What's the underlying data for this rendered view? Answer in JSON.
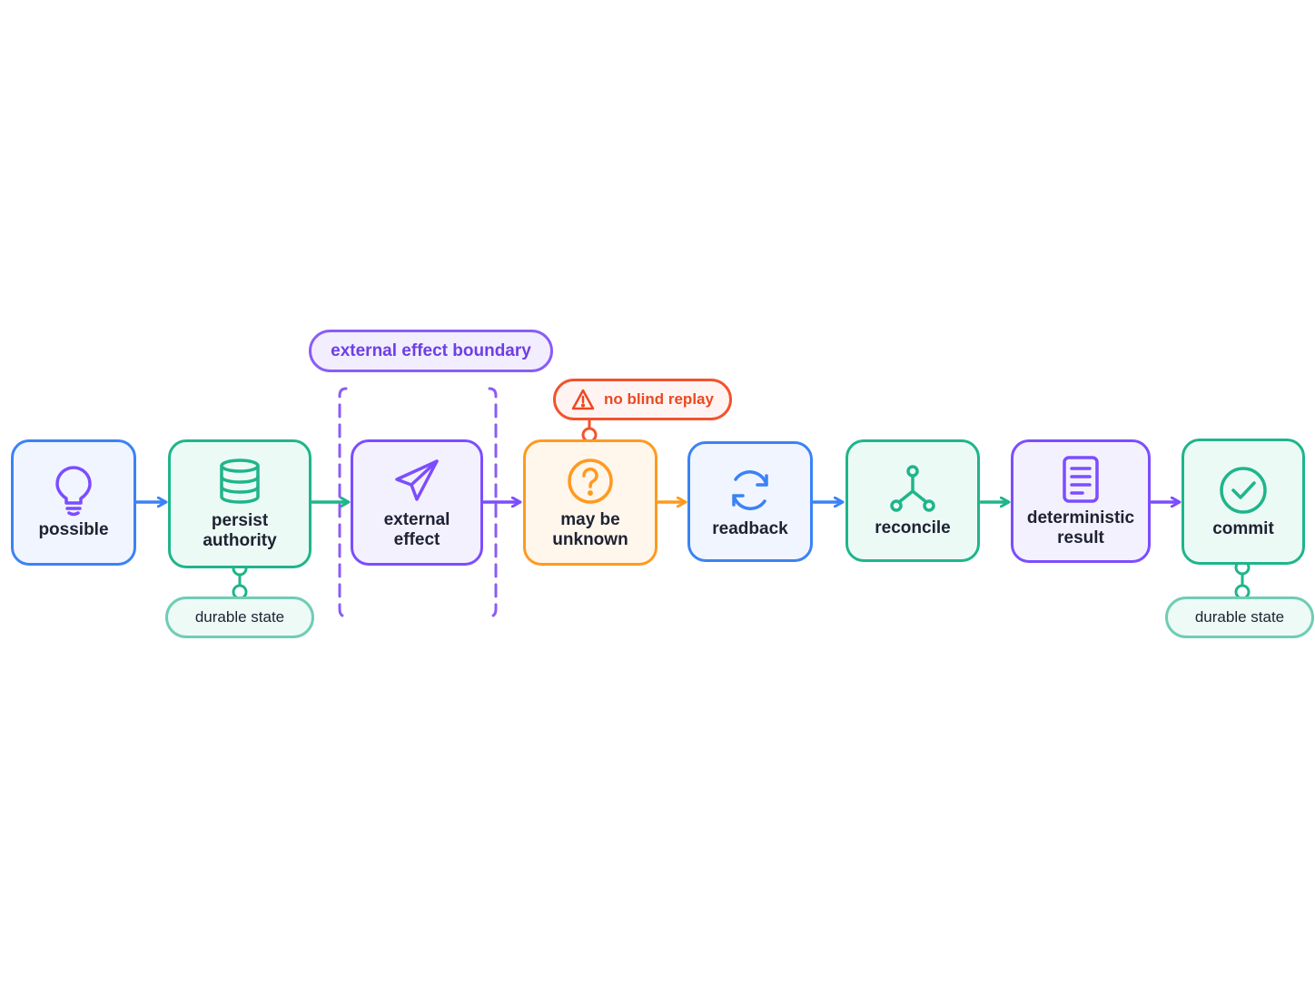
{
  "nodes": [
    {
      "id": "possible",
      "label": "possible",
      "icon": "lightbulb-icon",
      "color": "#3b82f6"
    },
    {
      "id": "persist-authority",
      "label": "persist\nauthority",
      "icon": "database-icon",
      "color": "#1fb58a"
    },
    {
      "id": "external-effect",
      "label": "external\neffect",
      "icon": "paper-plane-icon",
      "color": "#7c4dff"
    },
    {
      "id": "may-be-unknown",
      "label": "may be\nunknown",
      "icon": "question-circle-icon",
      "color": "#ff9a1f"
    },
    {
      "id": "readback",
      "label": "readback",
      "icon": "refresh-icon",
      "color": "#3b82f6"
    },
    {
      "id": "reconcile",
      "label": "reconcile",
      "icon": "merge-icon",
      "color": "#1fb58a"
    },
    {
      "id": "deterministic-result",
      "label": "deterministic\nresult",
      "icon": "document-icon",
      "color": "#7c4dff"
    },
    {
      "id": "commit",
      "label": "commit",
      "icon": "check-circle-icon",
      "color": "#1fb58a"
    }
  ],
  "annotations": {
    "durable_state_1": "durable state",
    "durable_state_2": "durable state",
    "boundary": "external effect boundary",
    "warning": "no blind replay",
    "warning_icon": "warning-triangle-icon"
  },
  "colors": {
    "blue": "#3b82f6",
    "green": "#1fb58a",
    "purple": "#7c4dff",
    "orange": "#ff9a1f",
    "red": "#f2532e",
    "teal": "#6fcdb4"
  }
}
